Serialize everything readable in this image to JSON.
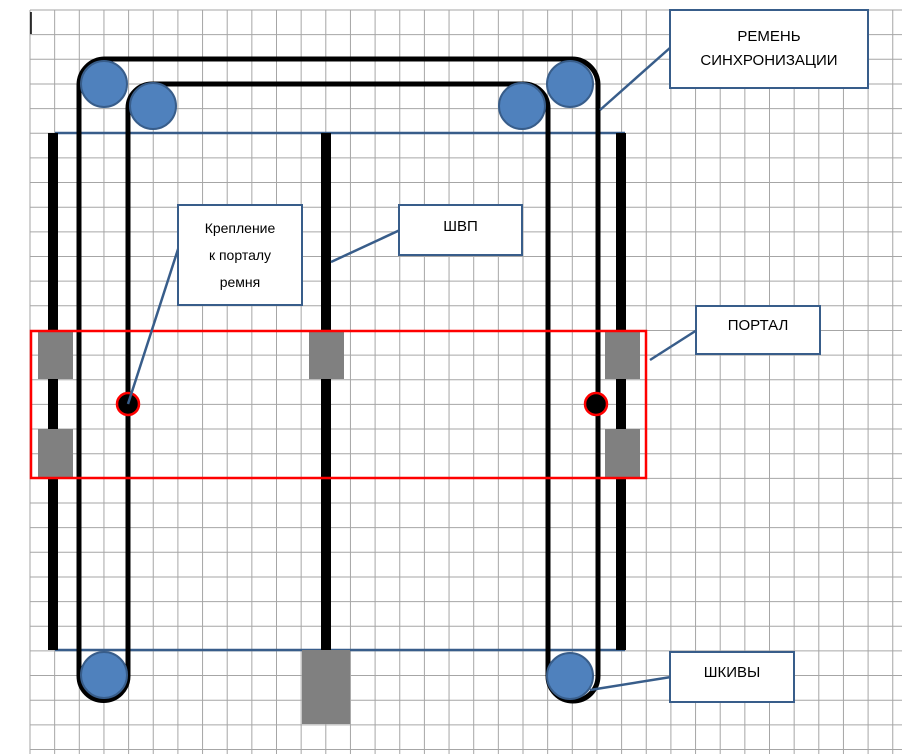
{
  "labels": {
    "belt": "РЕМЕНЬ\nСИНХРОНИЗАЦИИ",
    "mount": "Крепление\nк порталу\nремня",
    "ballscrew": "ШВП",
    "gantry": "ПОРТАЛ",
    "pulleys": "ШКИВЫ"
  },
  "colors": {
    "grid": "#a6a6a6",
    "pulley_fill": "#4f81bd",
    "pulley_stroke": "#385d8a",
    "frame_line": "#385d8a",
    "gantry_outline": "#ff0000",
    "block": "#808080",
    "belt": "#000000"
  }
}
